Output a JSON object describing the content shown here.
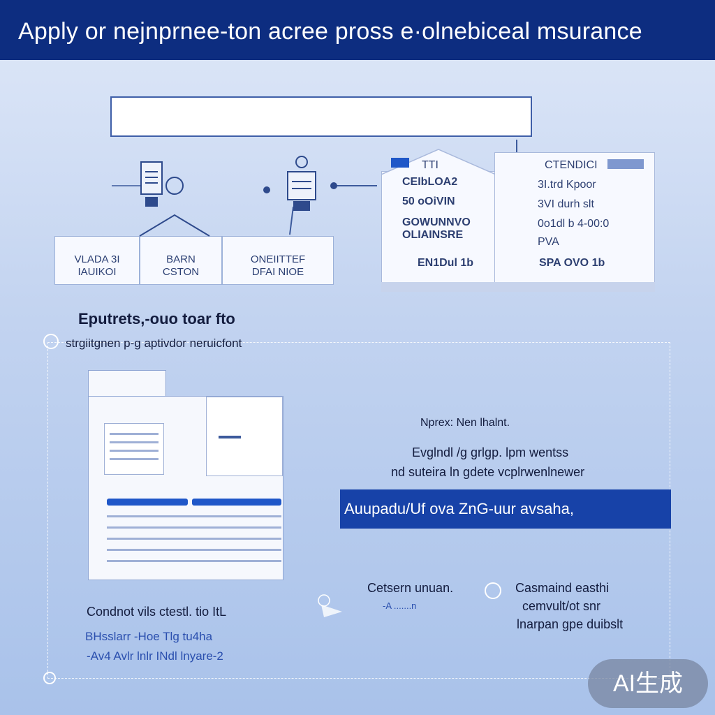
{
  "header": {
    "title": "Apply or nejnprnee-ton acree  pross e·olnebiceal msurance"
  },
  "search": {
    "value": ""
  },
  "steps": [
    {
      "line1": "VLADA 3I",
      "line2": "IAUIKOI"
    },
    {
      "line1": "BARN",
      "line2": "CSTON"
    },
    {
      "line1": "ONEIITTEF",
      "line2": "DFAI NIOE"
    }
  ],
  "card_left": {
    "tag": "TTI",
    "line1": "CEIbLOA2",
    "line2": "50 oOiVIN",
    "line3": "GOWUNNVO",
    "line4": "OLIAINSRE",
    "footer": "EN1Dul 1b"
  },
  "card_right": {
    "header": "CTENDICI",
    "line1": "3I.trd Kpoor",
    "line2": "3VI durh slt",
    "line3": "0o1dl b 4-00:0",
    "line4": "PVA",
    "footer": "SPA OVO 1b"
  },
  "middle": {
    "heading": "Eputrets,-ouo toar fto",
    "subheading": "strgiitgnen p-g aptivdor neruicfont"
  },
  "info": {
    "line1": "Nprex: Nen lhalnt.",
    "line2": "Evglndl /g grlgp.   lpm wentss",
    "line3": "nd suteira ln gdete vcplrwenlnewer",
    "cta_label": "Auupadu/Uf ova ZnG-uur avsaha,"
  },
  "bottom_left": {
    "line1": "Condnot vils ctestl. tio ItL",
    "line2": "BHsslarr -Hoe Tlg tu4ha",
    "line3": "-Av4 Avlr lnlr INdl lnyare-2"
  },
  "bottom_mid": {
    "line1": "Cetsern unuan.",
    "line2": "-A .......n"
  },
  "bottom_right": {
    "line1": "Casmaind easthi",
    "line2": "cemvult/ot snr",
    "line3": "lnarpan gpe duibslt"
  },
  "badge": {
    "label": "AI生成"
  },
  "colors": {
    "header_bg": "#0d2d80",
    "accent": "#1742a8",
    "page_bg": "#c2d3f0"
  },
  "icons": [
    "document-icon",
    "scanner-icon",
    "printer-icon",
    "house-icon",
    "arrow-right-icon",
    "location-pin-icon",
    "magnifier-icon"
  ]
}
